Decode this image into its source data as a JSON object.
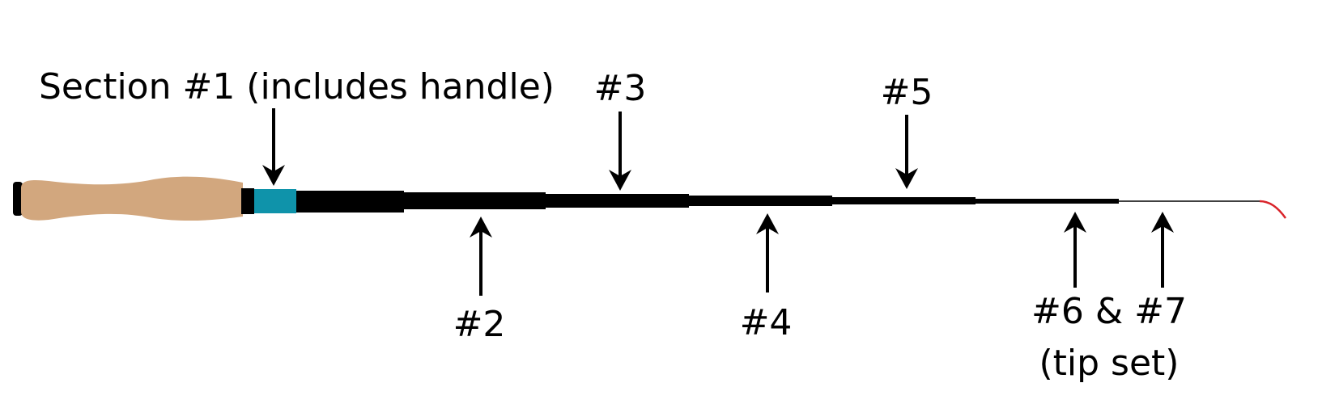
{
  "labels": {
    "section1": "Section #1 (includes handle)",
    "section2": "#2",
    "section3": "#3",
    "section4": "#4",
    "section5": "#5",
    "section6_7_line1": "#6 & #7",
    "section6_7_line2": "(tip set)"
  },
  "colors": {
    "handle_cork": "#D2A77E",
    "ferrule_band": "#0F93AA",
    "rod_blank": "#000000",
    "tip_line": "#D9232A",
    "background": "#FFFFFF"
  }
}
